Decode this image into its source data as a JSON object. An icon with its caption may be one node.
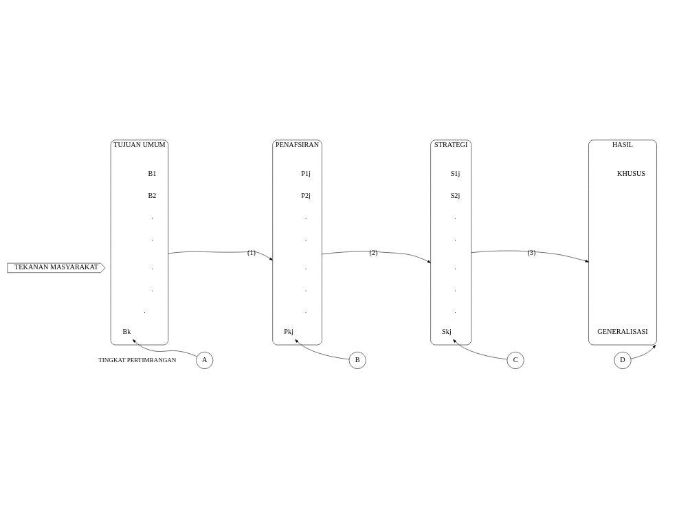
{
  "diagram": {
    "nodes": [
      {
        "text": [
          "TUJUAN UMUM"
        ]
      },
      {
        "text": [
          "B1"
        ],
        "in": 0
      },
      {
        "text": [
          "B2"
        ],
        "in": 0
      },
      {
        "text": [
          "."
        ],
        "in": 0
      },
      {
        "text": [
          "."
        ],
        "in": 0
      },
      {
        "text": [
          "."
        ],
        "in": 0
      },
      {
        "text": [
          "."
        ],
        "in": 0
      },
      {
        "text": [
          "."
        ],
        "in": 0
      },
      {
        "text": [
          "Bk"
        ],
        "in": 0
      },
      {
        "text": [
          "PENAFSIRAN"
        ]
      },
      {
        "text": [
          "P1j"
        ],
        "in": 9
      },
      {
        "text": [
          "P2j"
        ],
        "in": 9
      },
      {
        "text": [
          "."
        ],
        "in": 9
      },
      {
        "text": [
          "."
        ],
        "in": 9
      },
      {
        "text": [
          "."
        ],
        "in": 9
      },
      {
        "text": [
          "."
        ],
        "in": 9
      },
      {
        "text": [
          "."
        ],
        "in": 9
      },
      {
        "text": [
          "Pkj"
        ],
        "in": 9
      },
      {
        "text": [
          "STRATEGI"
        ]
      },
      {
        "text": [
          "S1j"
        ],
        "in": 18
      },
      {
        "text": [
          "S2j"
        ],
        "in": 18
      },
      {
        "text": [
          "."
        ],
        "in": 18
      },
      {
        "text": [
          "."
        ],
        "in": 18
      },
      {
        "text": [
          "."
        ],
        "in": 18
      },
      {
        "text": [
          "."
        ],
        "in": 18
      },
      {
        "text": [
          "."
        ],
        "in": 18
      },
      {
        "text": [
          "Skj"
        ],
        "in": 18
      },
      {
        "text": [
          "HASIL"
        ]
      },
      {
        "text": [
          "KHUSUS"
        ],
        "in": 27
      },
      {
        "text": [
          "GENERALISASI"
        ],
        "in": 27
      },
      {
        "text": [
          "A"
        ]
      },
      {
        "text": [
          "B"
        ]
      },
      {
        "text": [
          "C"
        ]
      },
      {
        "text": [
          "D"
        ]
      },
      {
        "text": [
          "TEKANAN MASYARAKAT"
        ]
      }
    ],
    "edges": [
      {
        "from": 0,
        "to": 9,
        "arrow": "to",
        "label": "(1)"
      },
      {
        "from": 9,
        "to": 18,
        "arrow": "to",
        "label": "(2)"
      },
      {
        "from": 18,
        "to": 27,
        "arrow": "to",
        "label": "(3)"
      },
      {
        "from": 30,
        "to": 8,
        "arrow": "to"
      },
      {
        "from": 31,
        "to": 17,
        "arrow": "to"
      },
      {
        "from": 32,
        "to": 26,
        "arrow": "to"
      },
      {
        "from": 33,
        "to": 27,
        "arrow": "to"
      }
    ],
    "labels": [
      "TINGKAT PERTIMBANGAN"
    ]
  }
}
